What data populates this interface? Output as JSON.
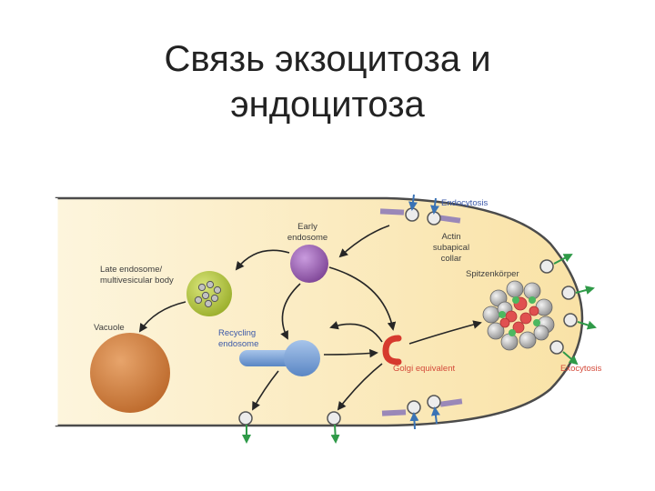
{
  "slide": {
    "title_line1": "Связь экзоцитоза и",
    "title_line2": "эндоцитоза"
  },
  "diagram": {
    "labels": {
      "endocytosis": "Endocytosis",
      "actin_line1": "Actin",
      "actin_line2": "subapical",
      "actin_line3": "collar",
      "spitzenkorper": "Spitzenkörper",
      "exocytosis": "Exocytosis",
      "golgi": "Golgi equivalent",
      "early_line1": "Early",
      "early_line2": "endosome",
      "late_line1": "Late endosome/",
      "late_line2": "multivesicular body",
      "vacuole": "Vacuole",
      "recycling_line1": "Recycling",
      "recycling_line2": "endosome"
    },
    "colors": {
      "cell_fill": "#fbe9bd",
      "early_endosome": "#9c62b4",
      "late_endosome": "#b9cc3e",
      "vacuole": "#d07f3f",
      "recycling_endosome": "#7ba4d8",
      "golgi": "#d63a2e",
      "endocytosis_arrow": "#3a73b5",
      "exocytosis_arrow": "#2f9a48",
      "actin_collar": "#9a88b8"
    }
  }
}
